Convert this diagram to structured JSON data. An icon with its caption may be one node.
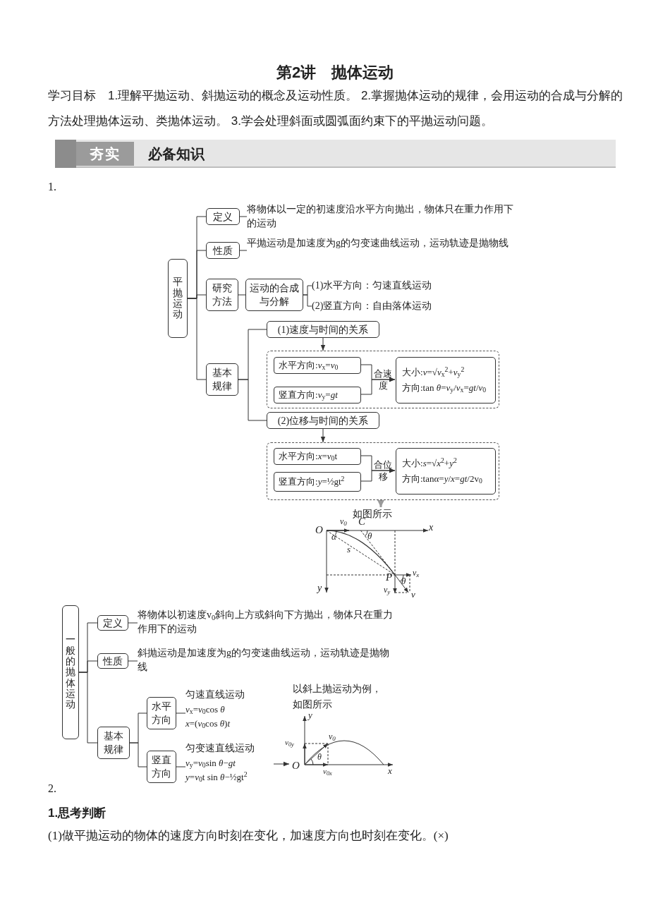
{
  "diagram": {
    "title": "第2讲　抛体运动",
    "nodes": [
      {
        "text": [
          "平抛运动"
        ]
      },
      {
        "text": [
          "定义"
        ]
      },
      {
        "text": [
          "将物体以一定的初速度沿水平方向抛出，物体只在重力作用下的运动"
        ]
      },
      {
        "text": [
          "性质"
        ]
      },
      {
        "text": [
          "平抛运动是加速度为g的匀变速曲线运动，运动轨迹是抛物线"
        ]
      },
      {
        "text": [
          "研究方法"
        ]
      },
      {
        "text": [
          "运动的合成与分解"
        ]
      },
      {
        "text": [
          "(1)水平方向：匀速直线运动"
        ]
      },
      {
        "text": [
          "(2)竖直方向：自由落体运动"
        ]
      },
      {
        "text": [
          "基本规律"
        ]
      },
      {
        "text": [
          "(1)速度与时间的关系"
        ]
      },
      {
        "text": [],
        "shape": "box"
      },
      {
        "text": [
          "水平方向:*v*$_{x}$=*v*$_{0}$"
        ],
        "in": 11
      },
      {
        "text": [
          "竖直方向:*v*$_{y}$=*gt*"
        ],
        "in": 11
      },
      {
        "text": [
          "大小:*v*=√*v*$_{x}$$^{2}$+*v*$_{y}$$^{2}$",
          "方向:tan *θ*=*v*$_{y}$/*v*$_{x}$=*gt*/*v*$_{0}$"
        ],
        "in": 11
      },
      {
        "text": [
          "(2)位移与时间的关系"
        ]
      },
      {
        "text": [],
        "shape": "box"
      },
      {
        "text": [
          "水平方向:*x*=*v*$_{0}$t"
        ],
        "in": 16
      },
      {
        "text": [
          "竖直方向:*y*=½gt$^{2}$"
        ],
        "in": 16
      },
      {
        "text": [
          "大小:*s*=√*x*$^{2}$+*y*$^{2}$",
          "方向:tanα=*y*/*x*=*gt*/2v$_{0}$"
        ],
        "in": 16
      },
      {
        "text": [
          "如图所示"
        ]
      },
      {
        "text": [
          "一般的抛体运动"
        ]
      },
      {
        "text": [
          "定义"
        ]
      },
      {
        "text": [
          "将物体以初速度v$_{0}$斜向上方或斜向下方抛出，物体只在重力作用下的运动"
        ]
      },
      {
        "text": [
          "性质"
        ]
      },
      {
        "text": [
          "斜抛运动是加速度为g的匀变速曲线运动，运动轨迹是抛物线"
        ]
      },
      {
        "text": [
          "基本规律"
        ]
      },
      {
        "text": [
          "水平方向"
        ]
      },
      {
        "text": [
          "竖直方向"
        ]
      },
      {
        "text": [
          "匀速直线运动",
          "*v*$_{x}$=*v*$_{0}$cos *θ*",
          "*x*=(*v*$_{0}$cos *θ*)*t*"
        ]
      },
      {
        "text": [
          "匀变速直线运动",
          "*v*$_{y}$=*v*$_{0}$sin *θ*−*gt*",
          "*y*=*v*$_{0}$t sin *θ*−½gt$^{2}$"
        ]
      },
      {
        "text": [],
        "shape": "picture",
        "beside": [
          "以斜上抛运动为例，如图所示"
        ]
      }
    ],
    "edges": [
      {
        "from": 0,
        "to": 1,
        "arrow": "none"
      },
      {
        "from": 0,
        "to": 3,
        "arrow": "none"
      },
      {
        "from": 0,
        "to": 5,
        "arrow": "none"
      },
      {
        "from": 0,
        "to": 9,
        "arrow": "none"
      },
      {
        "from": 1,
        "to": 2,
        "arrow": "none"
      },
      {
        "from": 3,
        "to": 4,
        "arrow": "none"
      },
      {
        "from": 5,
        "to": 6,
        "arrow": "none"
      },
      {
        "from": 6,
        "to": 7,
        "arrow": "none"
      },
      {
        "from": 6,
        "to": 8,
        "arrow": "none"
      },
      {
        "from": 9,
        "to": 10,
        "arrow": "none"
      },
      {
        "from": 9,
        "to": 15,
        "arrow": "none"
      },
      {
        "from": 10,
        "to": 11,
        "arrow": "to"
      },
      {
        "from": 12,
        "to": 14,
        "arrow": "to",
        "label": "合速度"
      },
      {
        "from": 13,
        "to": 14,
        "arrow": "to"
      },
      {
        "from": 15,
        "to": 16,
        "arrow": "to"
      },
      {
        "from": 17,
        "to": 19,
        "arrow": "to",
        "label": "合位移"
      },
      {
        "from": 18,
        "to": 19,
        "arrow": "to"
      },
      {
        "from": 16,
        "to": 20,
        "arrow": "to",
        "style": "thick",
        "color": "#9a9a9a"
      },
      {
        "from": 21,
        "to": 22,
        "arrow": "none"
      },
      {
        "from": 21,
        "to": 24,
        "arrow": "none"
      },
      {
        "from": 21,
        "to": 26,
        "arrow": "none"
      },
      {
        "from": 22,
        "to": 23,
        "arrow": "none"
      },
      {
        "from": 24,
        "to": 25,
        "arrow": "none"
      },
      {
        "from": 26,
        "to": 27,
        "arrow": "none"
      },
      {
        "from": 26,
        "to": 28,
        "arrow": "none"
      },
      {
        "from": 27,
        "to": 29,
        "arrow": "none"
      },
      {
        "from": 28,
        "to": 30,
        "arrow": "none"
      },
      {
        "from": 30,
        "to": 31,
        "arrow": "to"
      }
    ],
    "labels": [
      "学习目标　1.理解平抛运动、斜抛运动的概念及运动性质。 2.掌握抛体运动的规律，会用运动的合成与分解的方法处理抛体运动、类抛体运动。 3.学会处理斜面或圆弧面约束下的平抛运动问题。",
      "夯实",
      "必备知识",
      "1.",
      "O",
      "*v*$_{0}$",
      "C",
      "x",
      "α",
      "θ",
      "s",
      "P",
      "*v*$_{x}$",
      "θ",
      "*v*$_{y}$",
      "v",
      "y",
      "y",
      "*v*$_{0y}$",
      "*v*$_{0}$",
      "θ",
      "O",
      "*v*$_{0x}$",
      "x",
      "2.",
      "1.思考判断",
      "(1)做平抛运动的物体的速度方向时刻在变化，加速度方向也时刻在变化。(×)"
    ]
  }
}
